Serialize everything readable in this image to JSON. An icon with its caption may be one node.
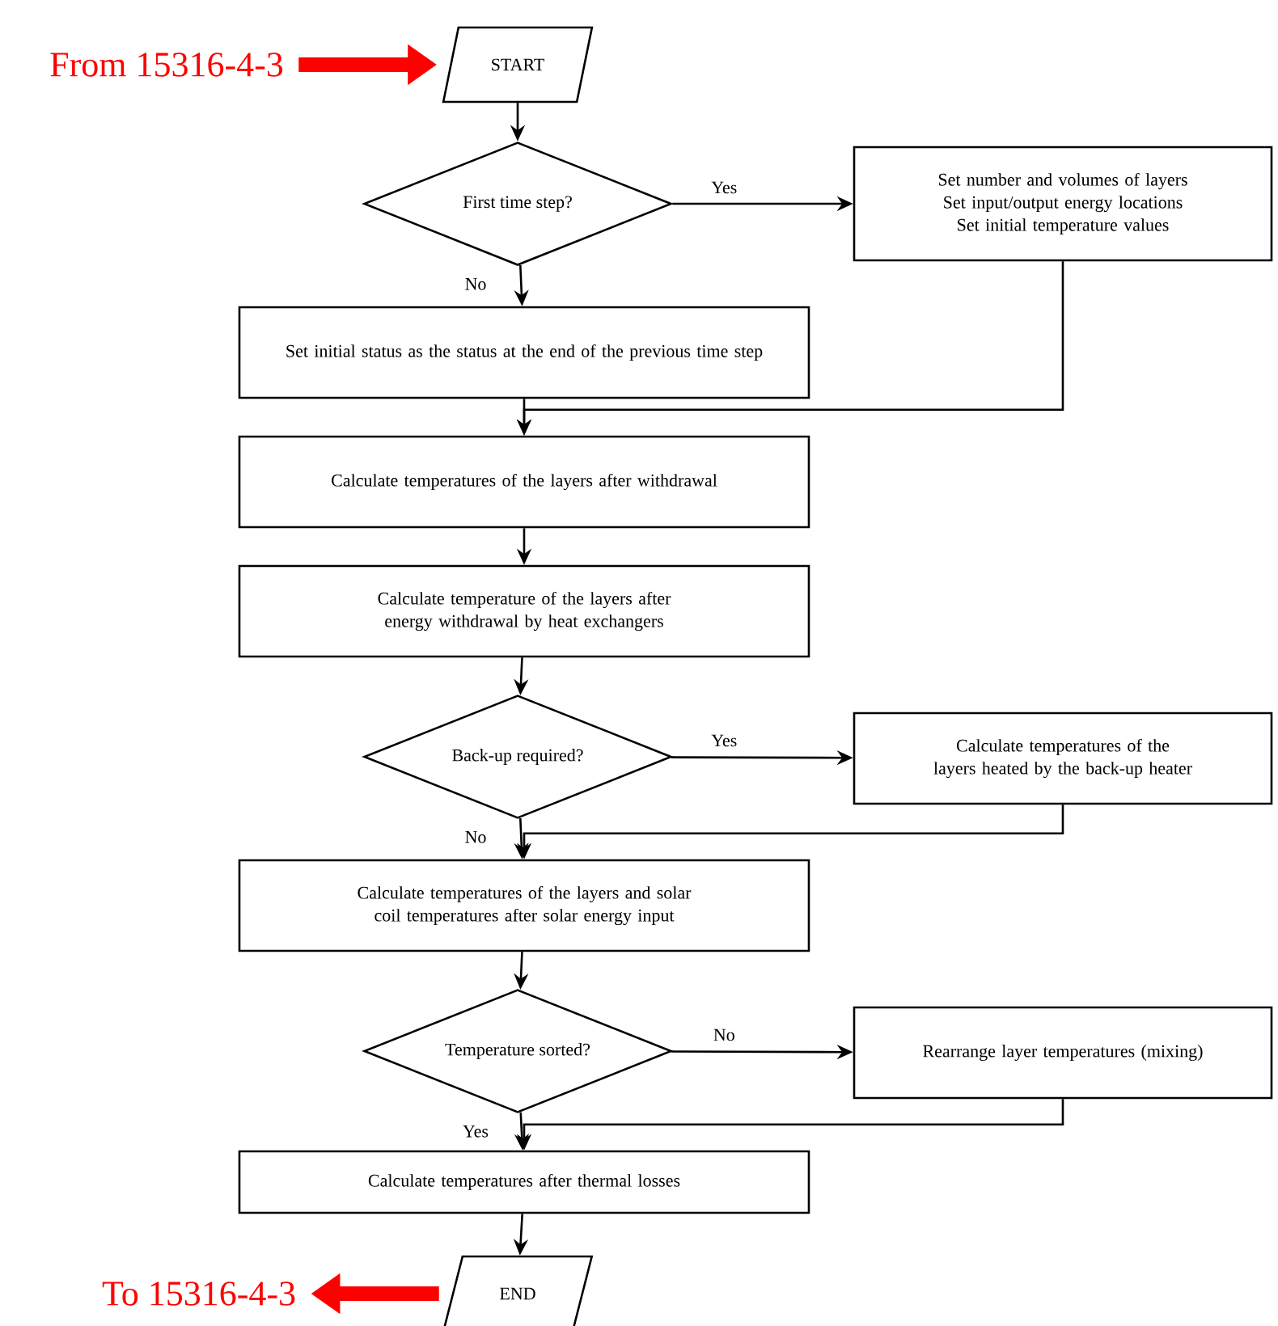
{
  "diagram": {
    "nodes": [
      {
        "text": [
          "From 15316-4-3"
        ]
      },
      {
        "text": [
          "START"
        ]
      },
      {
        "text": [
          "First time step?"
        ]
      },
      {
        "text": [
          "Set number and volumes of  layers",
          "Set input/output energy locations",
          "Set initial temperature values"
        ]
      },
      {
        "text": [
          "Set initial status as the status at the end of the previous time step"
        ]
      },
      {
        "text": [
          "Calculate temperatures of the layers after withdrawal"
        ]
      },
      {
        "text": [
          "Calculate temperature of the layers after energy withdrawal by heat exchangers"
        ]
      },
      {
        "text": [
          "Back-up required?"
        ]
      },
      {
        "text": [
          "Calculate temperatures of the layers heated by the back-up heater"
        ]
      },
      {
        "text": [
          "Calculate temperatures of the layers and solar coil temperatures after solar energy input"
        ]
      },
      {
        "text": [
          "Temperature sorted?"
        ]
      },
      {
        "text": [
          "Rearrange layer temperatures (mixing)"
        ]
      },
      {
        "text": [
          "Calculate temperatures after thermal losses"
        ]
      },
      {
        "text": [
          "END"
        ]
      },
      {
        "text": [
          "To 15316-4-3"
        ]
      }
    ],
    "edges": [
      {
        "from": 0,
        "to": 1,
        "arrow": "to",
        "style": "thick",
        "color": "#ff0000"
      },
      {
        "from": 1,
        "to": 2,
        "arrow": "to"
      },
      {
        "from": 2,
        "to": 3,
        "arrow": "to",
        "label": "Yes"
      },
      {
        "from": 2,
        "to": 4,
        "arrow": "to",
        "label": "No"
      },
      {
        "from": 3,
        "to": 5,
        "arrow": "to"
      },
      {
        "from": 4,
        "to": 5,
        "arrow": "to"
      },
      {
        "from": 5,
        "to": 6,
        "arrow": "to"
      },
      {
        "from": 6,
        "to": 7,
        "arrow": "to"
      },
      {
        "from": 7,
        "to": 8,
        "arrow": "to",
        "label": "Yes"
      },
      {
        "from": 7,
        "to": 9,
        "arrow": "to",
        "label": "No"
      },
      {
        "from": 8,
        "to": 9,
        "arrow": "to"
      },
      {
        "from": 9,
        "to": 10,
        "arrow": "to"
      },
      {
        "from": 10,
        "to": 11,
        "arrow": "to",
        "label": "No"
      },
      {
        "from": 10,
        "to": 12,
        "arrow": "to",
        "label": "Yes"
      },
      {
        "from": 11,
        "to": 12,
        "arrow": "to"
      },
      {
        "from": 12,
        "to": 13,
        "arrow": "to"
      },
      {
        "from": 13,
        "to": 14,
        "arrow": "to",
        "style": "thick",
        "color": "#ff0000"
      }
    ]
  }
}
